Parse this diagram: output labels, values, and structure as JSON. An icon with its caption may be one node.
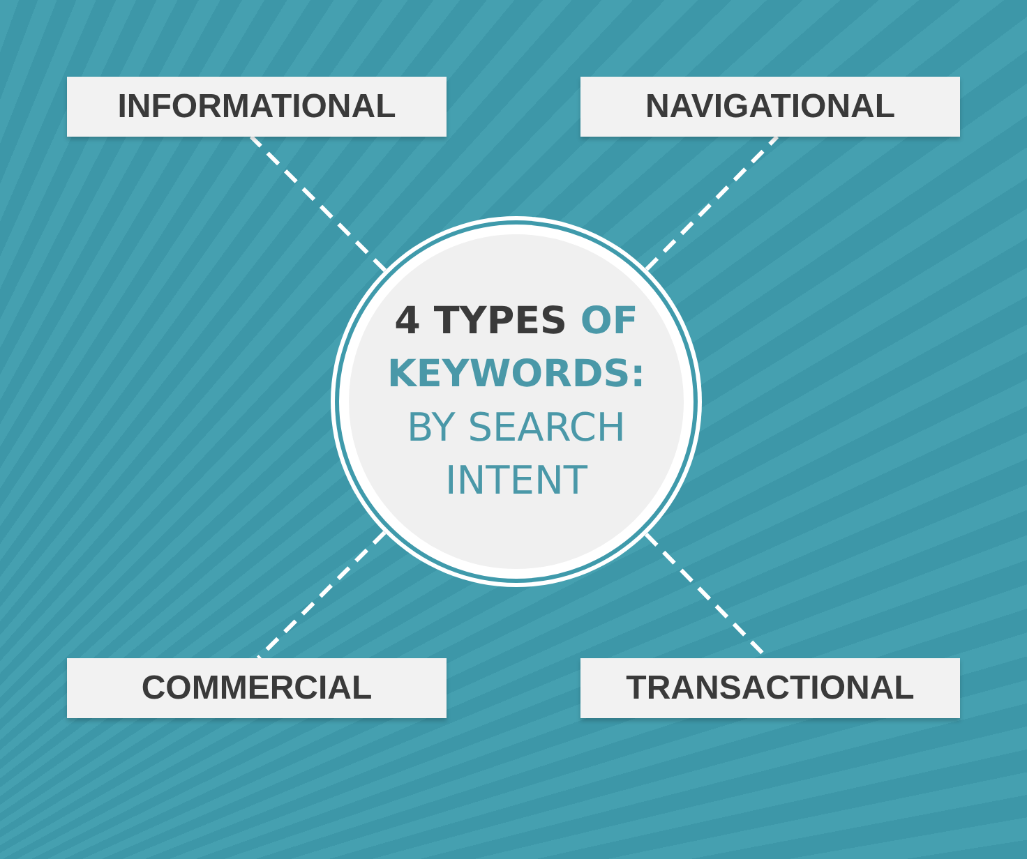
{
  "diagram": {
    "nodes": [
      {
        "text": [
          "INFORMATIONAL"
        ]
      },
      {
        "text": [
          "NAVIGATIONAL"
        ]
      },
      {
        "text": [
          "**4 TYPES** OF KEYWORDS:",
          "BY SEARCH INTENT"
        ]
      },
      {
        "text": [
          "COMMERCIAL"
        ]
      },
      {
        "text": [
          "TRANSACTIONAL"
        ]
      }
    ],
    "edges": [
      {
        "from": 2,
        "to": 0,
        "arrow": "none",
        "style": "dashed"
      },
      {
        "from": 2,
        "to": 1,
        "arrow": "none",
        "style": "dashed"
      },
      {
        "from": 2,
        "to": 3,
        "arrow": "none",
        "style": "dashed"
      },
      {
        "from": 2,
        "to": 4,
        "arrow": "none",
        "style": "dashed"
      }
    ]
  }
}
